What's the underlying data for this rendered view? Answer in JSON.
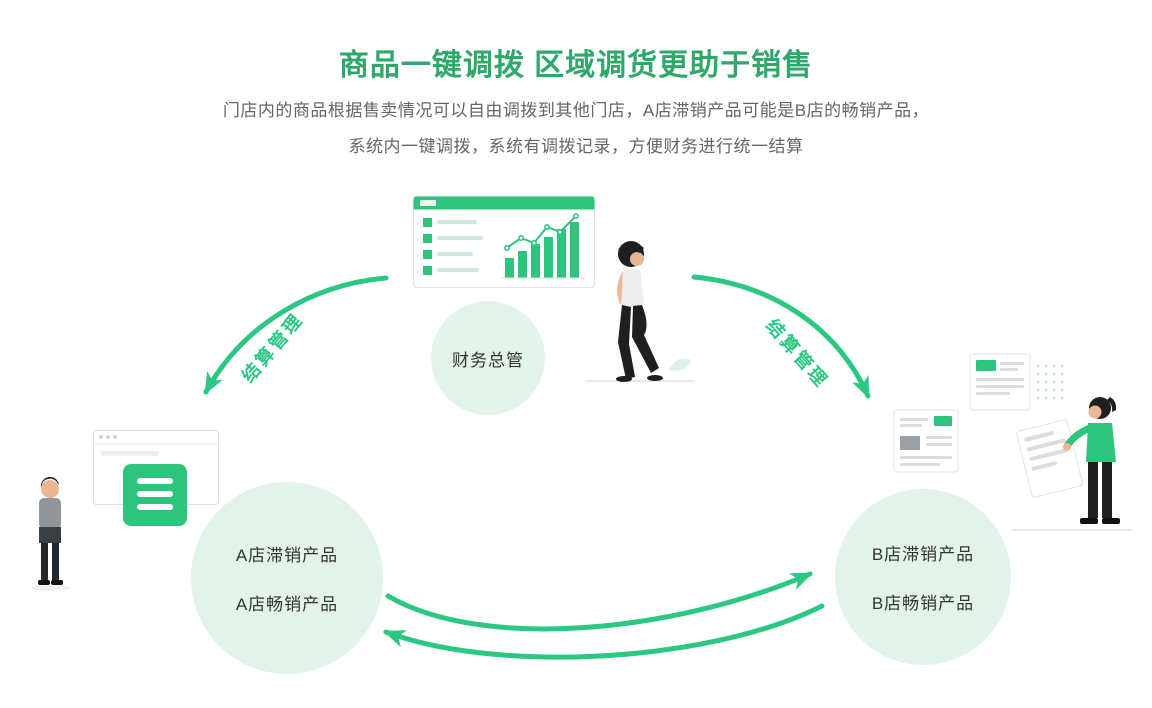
{
  "colors": {
    "title_green": "#2EA86B",
    "arrow_green": "#2BC783",
    "illustration_green": "#2EC47E",
    "circle_bg": "#E2F3E9",
    "body_text": "#666666"
  },
  "header": {
    "title": "商品一键调拨 区域调货更助于销售",
    "subtitle_line1": "门店内的商品根据售卖情况可以自由调拨到其他门店，A店滞销产品可能是B店的畅销产品，",
    "subtitle_line2": "系统内一键调拨，系统有调拨记录，方便财务进行统一结算"
  },
  "diagram": {
    "center_node_label": "财务总管",
    "left_arrow_label": "结算管理",
    "right_arrow_label": "结算管理",
    "store_a": {
      "line1": "A店滞销产品",
      "line2": "A店畅销产品"
    },
    "store_b": {
      "line1": "B店滞销产品",
      "line2": "B店畅销产品"
    },
    "illustrations": [
      "dashboard-chart-illustration",
      "finance-manager-person-illustration",
      "store-a-person-illustration",
      "store-a-window-illustration",
      "store-b-documents-illustration",
      "store-b-person-illustration"
    ]
  }
}
